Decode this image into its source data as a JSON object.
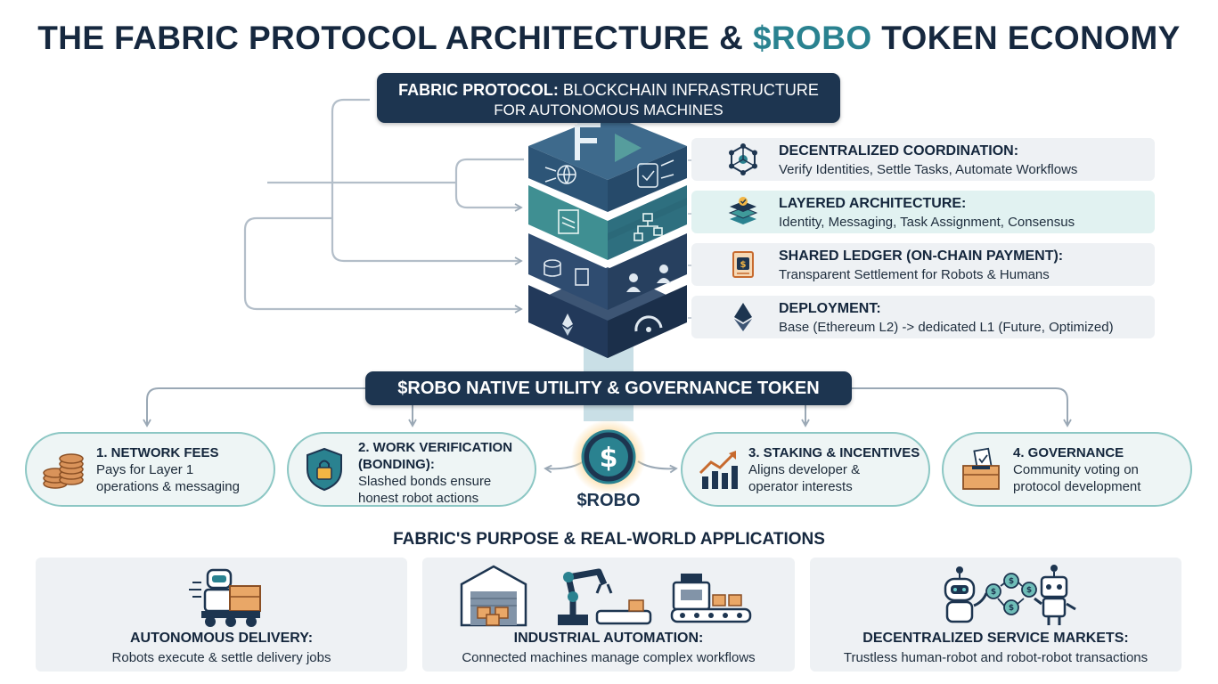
{
  "title": {
    "prefix": "THE FABRIC PROTOCOL ARCHITECTURE & ",
    "accent": "$ROBO",
    "suffix": " TOKEN ECONOMY"
  },
  "protocol_banner": {
    "bold": "FABRIC PROTOCOL:",
    "rest": " BLOCKCHAIN INFRASTRUCTURE",
    "line2": "FOR AUTONOMOUS MACHINES"
  },
  "layers": [
    {
      "heading": "DECENTRALIZED COORDINATION:",
      "desc": "Verify Identities, Settle Tasks, Automate Workflows",
      "icon": "network-hub-icon"
    },
    {
      "heading": "LAYERED ARCHITECTURE:",
      "desc": "Identity, Messaging, Task Assignment, Consensus",
      "icon": "layers-icon"
    },
    {
      "heading": "SHARED LEDGER (ON-CHAIN PAYMENT):",
      "desc": "Transparent Settlement for Robots & Humans",
      "icon": "ledger-icon"
    },
    {
      "heading": "DEPLOYMENT:",
      "desc": "Base (Ethereum L2) -> dedicated L1 (Future, Optimized)",
      "icon": "ethereum-icon"
    }
  ],
  "token_banner": "$ROBO NATIVE UTILITY & GOVERNANCE TOKEN",
  "token_label": "$ROBO",
  "utilities": [
    {
      "heading": "1. NETWORK FEES",
      "lines": [
        "Pays for Layer 1",
        "operations & messaging"
      ],
      "icon": "coin-stack-icon"
    },
    {
      "heading": "2. WORK VERIFICATION",
      "heading2": "(BONDING):",
      "lines": [
        "Slashed bonds ensure",
        "honest robot actions"
      ],
      "icon": "shield-lock-icon"
    },
    {
      "heading": "3. STAKING & INCENTIVES",
      "lines": [
        "Aligns developer &",
        "operator interests"
      ],
      "icon": "growth-chart-icon"
    },
    {
      "heading": "4. GOVERNANCE",
      "lines": [
        "Community voting on",
        "protocol development"
      ],
      "icon": "ballot-box-icon"
    }
  ],
  "purpose_title": "FABRIC'S PURPOSE & REAL-WORLD APPLICATIONS",
  "applications": [
    {
      "heading": "AUTONOMOUS DELIVERY:",
      "desc": "Robots execute & settle delivery jobs",
      "icon": "delivery-robot-icon"
    },
    {
      "heading": "INDUSTRIAL AUTOMATION:",
      "desc": "Connected machines manage complex workflows",
      "icon": "factory-robot-arm-icon"
    },
    {
      "heading": "DECENTRALIZED SERVICE MARKETS:",
      "desc": "Trustless human-robot and robot-robot transactions",
      "icon": "robot-exchange-icon"
    }
  ],
  "colors": {
    "navy": "#1d3550",
    "teal": "#2a8290",
    "pill_border": "#8cc7c4",
    "panel": "#eef1f4"
  }
}
